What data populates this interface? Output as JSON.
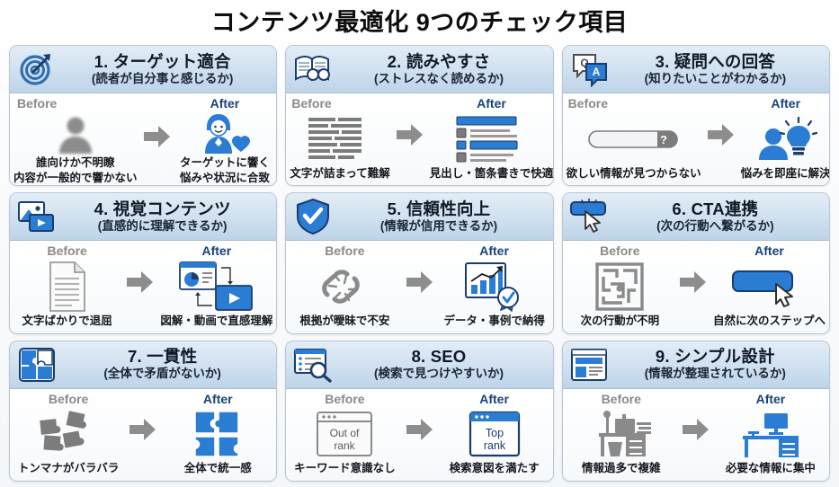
{
  "page": {
    "title": "コンテンツ最適化 9つのチェック項目",
    "before_label": "Before",
    "after_label": "After",
    "accent_blue": "#2b7cd3",
    "dark_navy": "#1b3c6e",
    "gray": "#8a8a8a",
    "header_gradient_top": "#e2edf6",
    "header_gradient_bottom": "#bdd4e8",
    "background": "#f7f9fb"
  },
  "cards": [
    {
      "number": "1.",
      "title": "1. ターゲット適合",
      "subtitle": "(読者が自分事と感じるか)",
      "icon": "target-dart-icon",
      "before": {
        "label": "Before",
        "art": "blurred-person-silhouette",
        "caption_line1": "誰向けか不明瞭",
        "caption_line2": "内容が一般的で響かない"
      },
      "after": {
        "label": "After",
        "art": "smiling-person-with-heart",
        "caption_line1": "ターゲットに響く",
        "caption_line2": "悩みや状況に合致"
      }
    },
    {
      "number": "2.",
      "title": "2. 読みやすさ",
      "subtitle": "(ストレスなく読めるか)",
      "icon": "open-book-glasses-icon",
      "before": {
        "label": "Before",
        "art": "dense-text-block",
        "caption_line1": "文字が詰まって難解",
        "caption_line2": ""
      },
      "after": {
        "label": "After",
        "art": "headings-and-bullets",
        "caption_line1": "見出し・箇条書きで快適",
        "caption_line2": ""
      }
    },
    {
      "number": "3.",
      "title": "3. 疑問への回答",
      "subtitle": "(知りたいことがわかるか)",
      "icon": "question-answer-bubbles-icon",
      "before": {
        "label": "Before",
        "art": "empty-search-bar-with-question-mark",
        "caption_line1": "欲しい情報が見つからない",
        "caption_line2": ""
      },
      "after": {
        "label": "After",
        "art": "person-with-lightbulb",
        "caption_line1": "悩みを即座に解決",
        "caption_line2": ""
      }
    },
    {
      "number": "4.",
      "title": "4. 視覚コンテンツ",
      "subtitle": "(直感的に理解できるか)",
      "icon": "image-and-video-icon",
      "before": {
        "label": "Before",
        "art": "plain-text-document",
        "caption_line1": "文字ばかりで退屈",
        "caption_line2": ""
      },
      "after": {
        "label": "After",
        "art": "chart-and-video-player",
        "caption_line1": "図解・動画で直感理解",
        "caption_line2": ""
      }
    },
    {
      "number": "5.",
      "title": "5. 信頼性向上",
      "subtitle": "(情報が信用できるか)",
      "icon": "shield-check-icon",
      "before": {
        "label": "Before",
        "art": "broken-chain-link",
        "caption_line1": "根拠が曖昧で不安",
        "caption_line2": ""
      },
      "after": {
        "label": "After",
        "art": "bar-chart-with-award-ribbon",
        "caption_line1": "データ・事例で納得",
        "caption_line2": ""
      }
    },
    {
      "number": "6.",
      "title": "6. CTA連携",
      "subtitle": "(次の行動へ繋がるか)",
      "icon": "click-button-cursor-icon",
      "before": {
        "label": "Before",
        "art": "maze-labyrinth",
        "caption_line1": "次の行動が不明",
        "caption_line2": ""
      },
      "after": {
        "label": "After",
        "art": "cta-button-with-cursor",
        "caption_line1": "自然に次のステップへ",
        "caption_line2": ""
      }
    },
    {
      "number": "7.",
      "title": "7. 一貫性",
      "subtitle": "(全体で矛盾がないか)",
      "icon": "puzzle-pieces-icon",
      "before": {
        "label": "Before",
        "art": "scattered-puzzle-pieces",
        "caption_line1": "トンマナがバラバラ",
        "caption_line2": ""
      },
      "after": {
        "label": "After",
        "art": "assembled-puzzle",
        "caption_line1": "全体で統一感",
        "caption_line2": ""
      }
    },
    {
      "number": "8.",
      "title": "8. SEO",
      "subtitle": "(検索で見つけやすいか)",
      "icon": "search-document-icon",
      "before": {
        "label": "Before",
        "art": "browser-window-out-of-rank",
        "art_text_line1": "Out of",
        "art_text_line2": "rank",
        "caption_line1": "キーワード意識なし",
        "caption_line2": ""
      },
      "after": {
        "label": "After",
        "art": "browser-window-top-rank",
        "art_text_line1": "Top",
        "art_text_line2": "rank",
        "caption_line1": "検索意図を満たす",
        "caption_line2": ""
      }
    },
    {
      "number": "9.",
      "title": "9. シンプル設計",
      "subtitle": "(情報が整理されているか)",
      "icon": "layout-wireframe-icon",
      "before": {
        "label": "Before",
        "art": "cluttered-desk",
        "caption_line1": "情報過多で複雑",
        "caption_line2": ""
      },
      "after": {
        "label": "After",
        "art": "tidy-desk-with-monitor",
        "caption_line1": "必要な情報に集中",
        "caption_line2": ""
      }
    }
  ]
}
